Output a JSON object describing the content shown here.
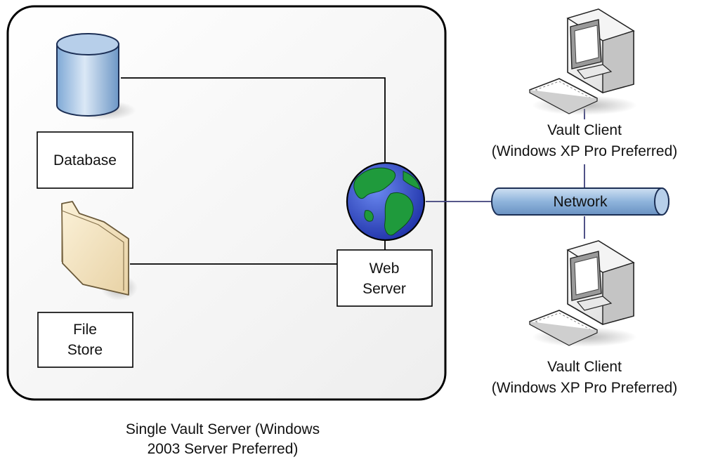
{
  "server": {
    "caption_line1": "Single Vault Server (Windows",
    "caption_line2": "2003 Server Preferred)"
  },
  "database": {
    "label": "Database"
  },
  "file_store": {
    "label_line1": "File",
    "label_line2": "Store"
  },
  "web_server": {
    "label_line1": "Web",
    "label_line2": "Server"
  },
  "network": {
    "label": "Network"
  },
  "clients": [
    {
      "label_line1": "Vault Client",
      "label_line2": "(Windows XP Pro Preferred)"
    },
    {
      "label_line1": "Vault Client",
      "label_line2": "(Windows XP Pro Preferred)"
    }
  ],
  "colors": {
    "server_border": "#000000",
    "network_line": "#3d3f7a",
    "pipe_fill": "#8fb4dc",
    "globe_ocean": "#2e49c9",
    "globe_land": "#1f9a3c"
  }
}
